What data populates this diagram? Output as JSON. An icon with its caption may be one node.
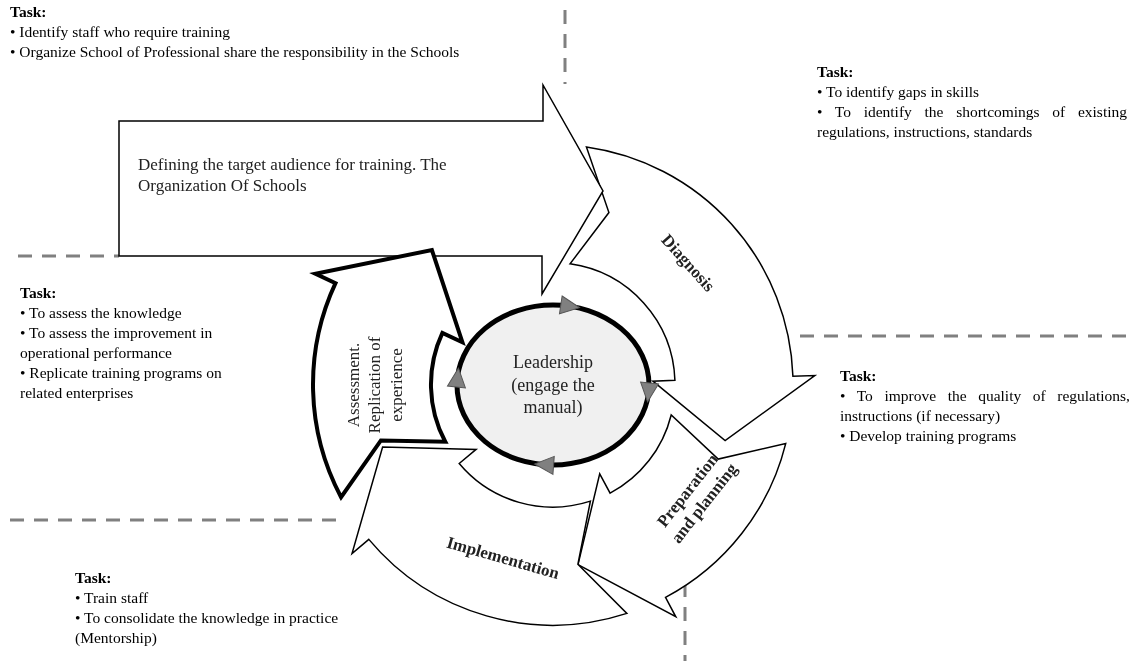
{
  "diagram": {
    "nodes": [
      {
        "text": [
          "Defining the target audience for training. The Organization Of Schools"
        ]
      },
      {
        "text": [
          "Diagnosis"
        ]
      },
      {
        "text": [
          "Assessment. Replication of experience"
        ]
      },
      {
        "text": [
          "Leadership (engage the manual)"
        ]
      },
      {
        "text": [
          "Preparation and planning"
        ]
      },
      {
        "text": [
          "Implementation"
        ]
      }
    ],
    "labels": [
      "Task:",
      "• Identify staff who require training",
      "• Organize School of Professional share the responsibility in the Schools",
      "Task:",
      "• To identify gaps in skills",
      "• To identify the shortcomings of existing regulations, instructions, standards",
      "Task:",
      "• To assess the knowledge",
      "• To assess the improvement in operational performance",
      "• Replicate training programs on related enterprises",
      "Task:",
      "• To improve the quality of regulations, instructions (if necessary)",
      "• Develop training programs",
      "Task:",
      "• Train staff",
      "• To consolidate the knowledge in practice (Mentorship)"
    ]
  }
}
